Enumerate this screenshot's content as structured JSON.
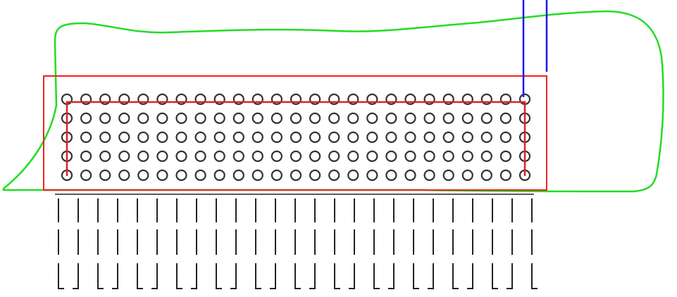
{
  "diagram": {
    "grid": {
      "rows": 5,
      "columns": 25
    },
    "leads": {
      "count": 25
    },
    "colors": {
      "outline_region": "#22dd22",
      "selection_box": "#ee2222",
      "grid_path": "#dd2222",
      "probe_lines": "#1a1ae6",
      "pads": "#333333",
      "leads": "#222222",
      "background": "#ffffff"
    }
  }
}
